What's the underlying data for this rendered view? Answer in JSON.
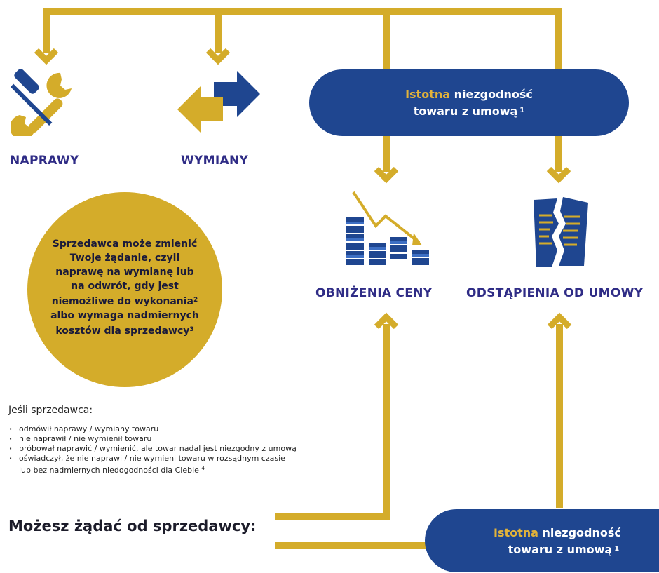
{
  "colors": {
    "navy": "#1f4690",
    "gold": "#d4ac2a",
    "label": "#2f2c86"
  },
  "top_pill": {
    "highlight": "Istotna",
    "rest": " niezgodność",
    "line2": "towaru z umową",
    "footnote": "1"
  },
  "bottom_pill": {
    "highlight": "Istotna",
    "rest": " niezgodność",
    "line2": "towaru z umową",
    "footnote": "1"
  },
  "remedies": {
    "repair": "NAPRAWY",
    "replacement": "WYMIANY",
    "price_reduction": "OBNIŻENIA CENY",
    "withdrawal": "ODSTĄPIENIA OD UMOWY"
  },
  "icons": {
    "repair": "wrench-screwdriver-icon",
    "replacement": "exchange-arrows-icon",
    "price_reduction": "falling-coins-chart-icon",
    "withdrawal": "torn-contract-icon"
  },
  "circle": {
    "text_main": "Sprzedawca może zmienić Twoje żądanie, czyli naprawę na wymianę lub na odwrót, gdy jest niemożliwe do wykonania",
    "sup2": "2",
    "text_mid": " albo wymaga nadmiernych kosztów dla sprzedawcy",
    "sup3": "3"
  },
  "conditions": {
    "title": "Jeśli sprzedawca:",
    "items": [
      "odmówił naprawy / wymiany towaru",
      "nie naprawił / nie wymienił towaru",
      "próbował naprawić / wymienić, ale towar nadal jest niezgodny z umową"
    ],
    "last_line1": "oświadczył, że nie naprawi / nie wymieni towaru w rozsądnym czasie",
    "last_line2": "lub bez nadmiernych niedogodności dla Ciebie",
    "last_footnote": "4"
  },
  "demand": "Możesz żądać od sprzedawcy:"
}
